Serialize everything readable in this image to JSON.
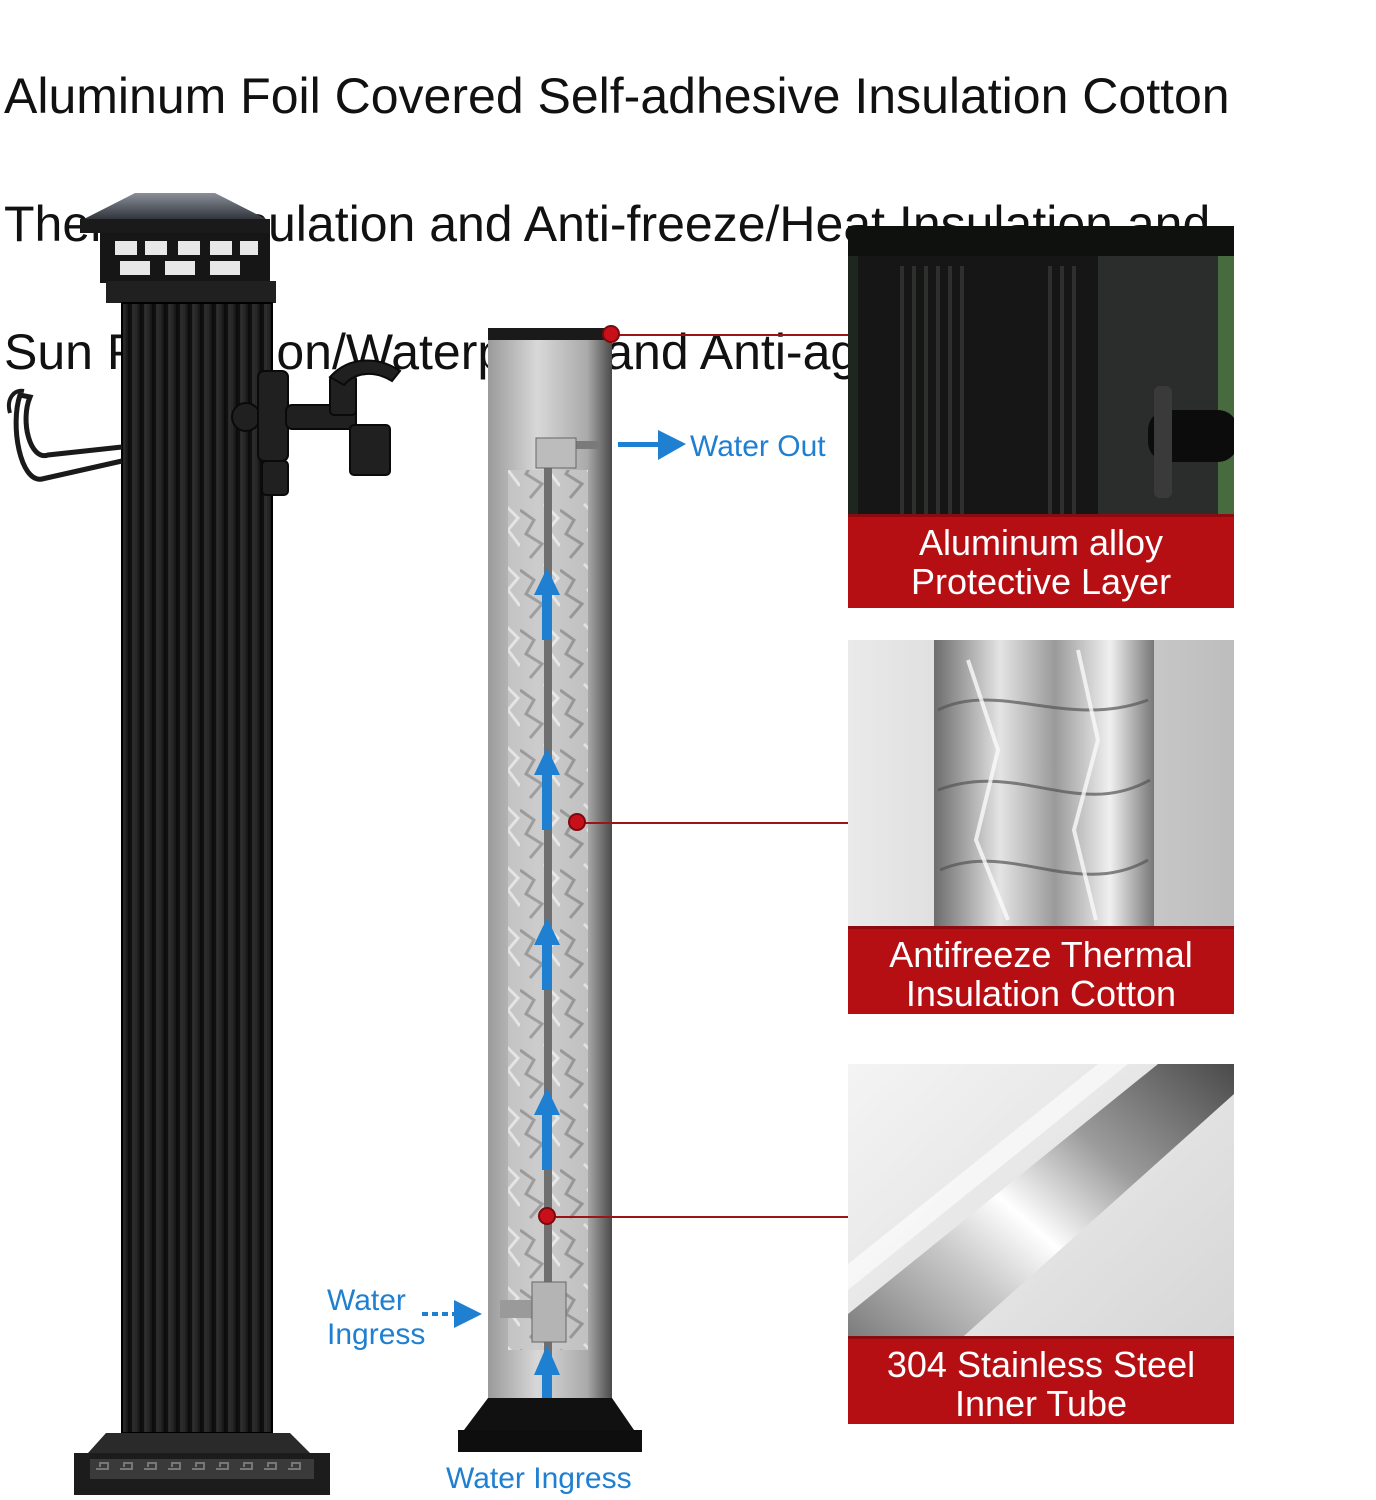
{
  "title": {
    "line1": "Aluminum Foil Covered Self-adhesive Insulation Cotton",
    "line2": "Thermal Insulation and Anti-freeze/Heat Insulation and",
    "line3": "Sun Protection/Waterproof and Anti-aging"
  },
  "diagram": {
    "water_out": "Water Out",
    "water_ingress_side_line1": "Water",
    "water_ingress_side_line2": "Ingress",
    "water_ingress_bottom": "Water Ingress"
  },
  "panels": [
    {
      "line1": "Aluminum alloy",
      "line2": "Protective Layer"
    },
    {
      "line1": "Antifreeze Thermal",
      "line2": "Insulation Cotton"
    },
    {
      "line1": "304 Stainless Steel",
      "line2": "Inner Tube"
    }
  ],
  "colors": {
    "accent_red": "#b50f14",
    "arrow_blue": "#1f7fd1",
    "post_black": "#1e1e1e"
  }
}
